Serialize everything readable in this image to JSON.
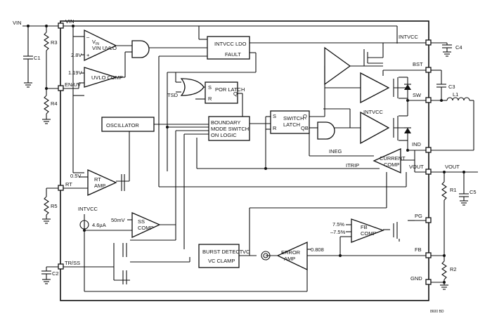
{
  "pins": {
    "vin": "VIN",
    "en_uv": "EN/UV",
    "rt": "RT",
    "tr_ss": "TR/SS",
    "intvcc": "INTVCC",
    "bst": "BST",
    "sw": "SW",
    "ind": "IND",
    "vout": "VOUT",
    "pg": "PG",
    "fb": "FB",
    "gnd": "GND"
  },
  "external": {
    "vin_label": "VIN",
    "vout_label": "VOUT",
    "r3": "R3",
    "r4": "R4",
    "r5": "R5",
    "r1": "R1",
    "r2": "R2",
    "c1": "C1",
    "c2": "C2",
    "c3": "C3",
    "c4": "C4",
    "c5": "C5",
    "l1": "L1"
  },
  "blocks": {
    "vin_uvlo": "VIN UVLO",
    "uvlo_comp": "UVLO COMP",
    "intvcc_ldo": "INTVCC LDO",
    "fault": "FAULT",
    "por_latch": "POR LATCH",
    "oscillator": "OSCILLATOR",
    "boundary": [
      "BOUNDARY",
      "MODE SWITCH",
      "ON LOGIC"
    ],
    "switch_latch": [
      "SWITCH",
      "LATCH"
    ],
    "current_comp": [
      "CURRENT",
      "COMP"
    ],
    "rt_amp": [
      "RT",
      "AMP"
    ],
    "ss_comp": [
      "SS",
      "COMP"
    ],
    "burst_detect": [
      "BURST DETECT",
      "VC CLAMP"
    ],
    "error_amp": [
      "ERROR",
      "AMP"
    ],
    "fb_comp": [
      "FB",
      "COMP"
    ]
  },
  "labels": {
    "v28": "2.8V",
    "v119": "1.19V",
    "v05": "0.5V",
    "mv50": "50mV",
    "ua46": "4.6µA",
    "intvcc_src": "INTVCC",
    "intvcc_drv": "INTVCC",
    "v0808": "0.808",
    "p75": "7.5%",
    "m75": "–7.5%",
    "tsd": "TSD",
    "ineg": "INEG",
    "itrip": "ITRIP",
    "vc": "VC",
    "s": "S",
    "r": "R",
    "q": "Q",
    "qb": "QB",
    "s2": "S",
    "r2": "R",
    "plus": "+",
    "minus": "–",
    "code": "8600 BD"
  }
}
